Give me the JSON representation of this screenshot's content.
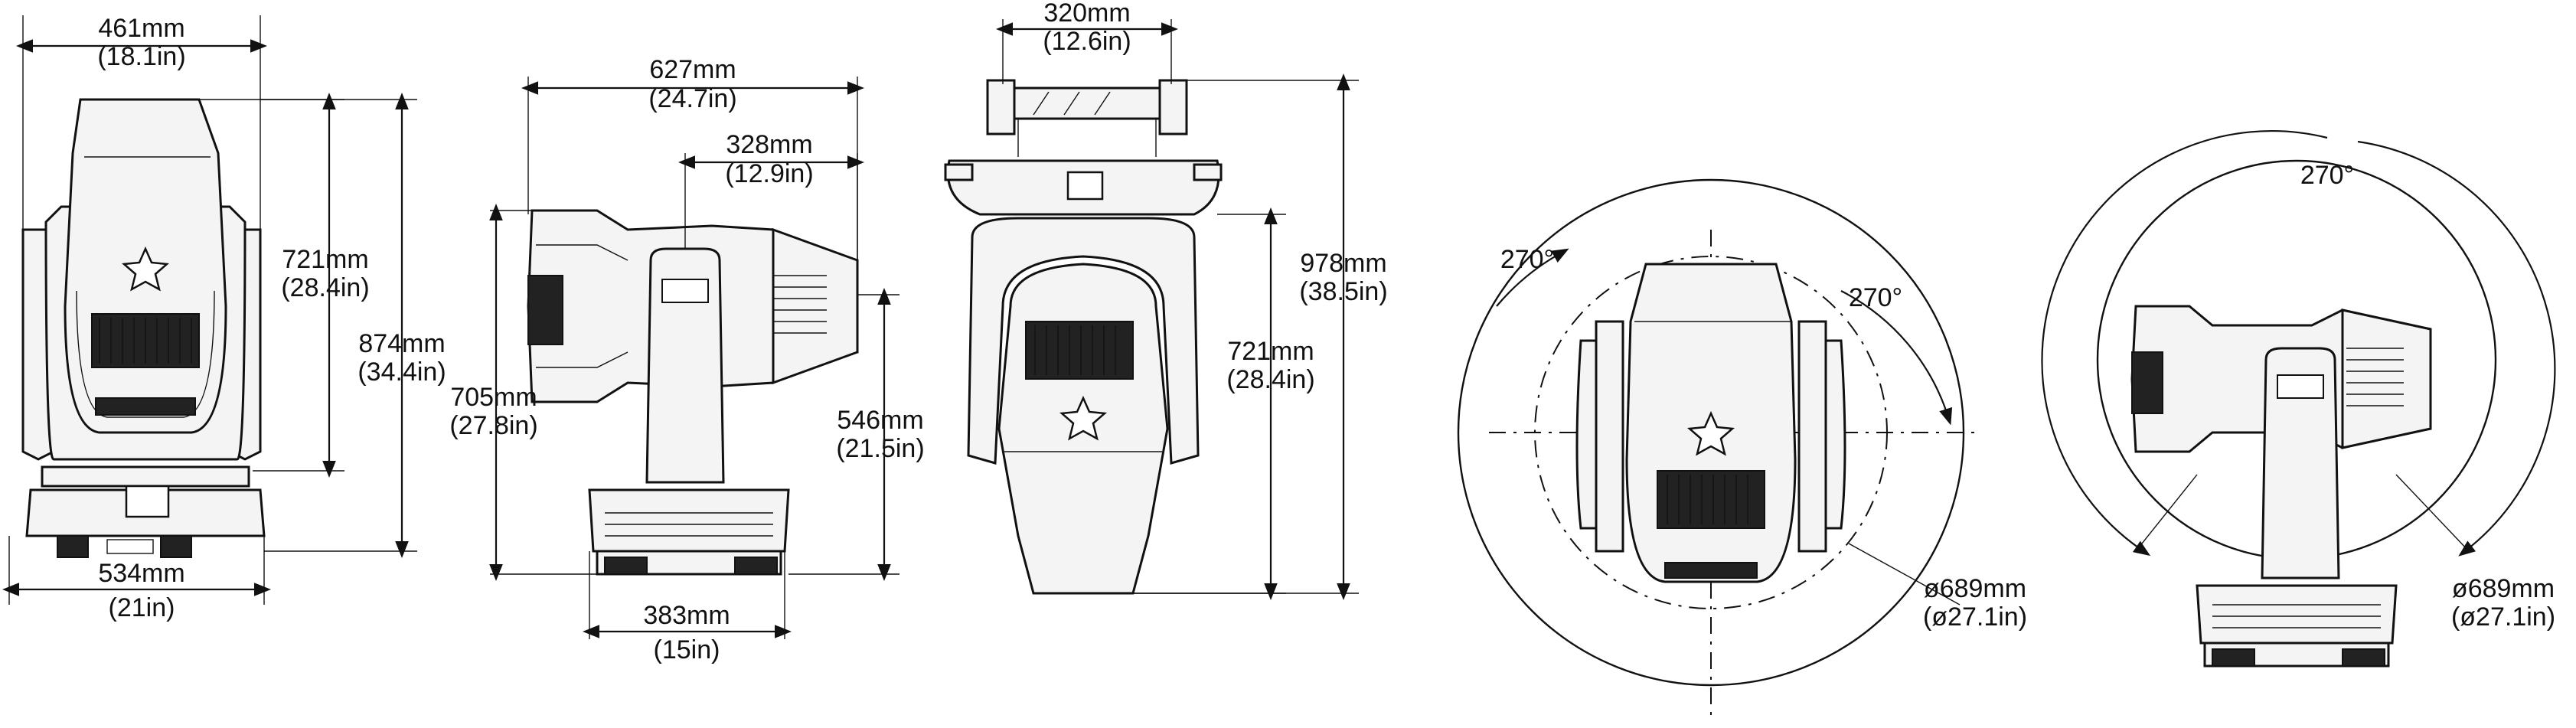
{
  "views": {
    "front": {
      "dims": [
        "461mm",
        "(18.1in)",
        "721mm",
        "(28.4in)",
        "874mm",
        "(34.4in)",
        "534mm",
        "(21in)"
      ]
    },
    "side": {
      "dims": [
        "627mm",
        "(24.7in)",
        "328mm",
        "(12.9in)",
        "705mm",
        "(27.8in)",
        "546mm",
        "(21.5in)",
        "383mm",
        "(15in)"
      ]
    },
    "clamp": {
      "dims": [
        "320mm",
        "(12.6in)",
        "978mm",
        "(38.5in)",
        "721mm",
        "(28.4in)"
      ]
    },
    "rotation_top": {
      "pan": [
        "270°",
        "270°"
      ],
      "diameter": [
        "ø689mm",
        "(ø27.1in)"
      ]
    },
    "rotation_side": {
      "tilt": [
        "270°"
      ],
      "diameter": [
        "ø689mm",
        "(ø27.1in)"
      ]
    }
  },
  "colors": {
    "line": "#111111",
    "fill": "#f4f4f4",
    "background": "#ffffff"
  }
}
